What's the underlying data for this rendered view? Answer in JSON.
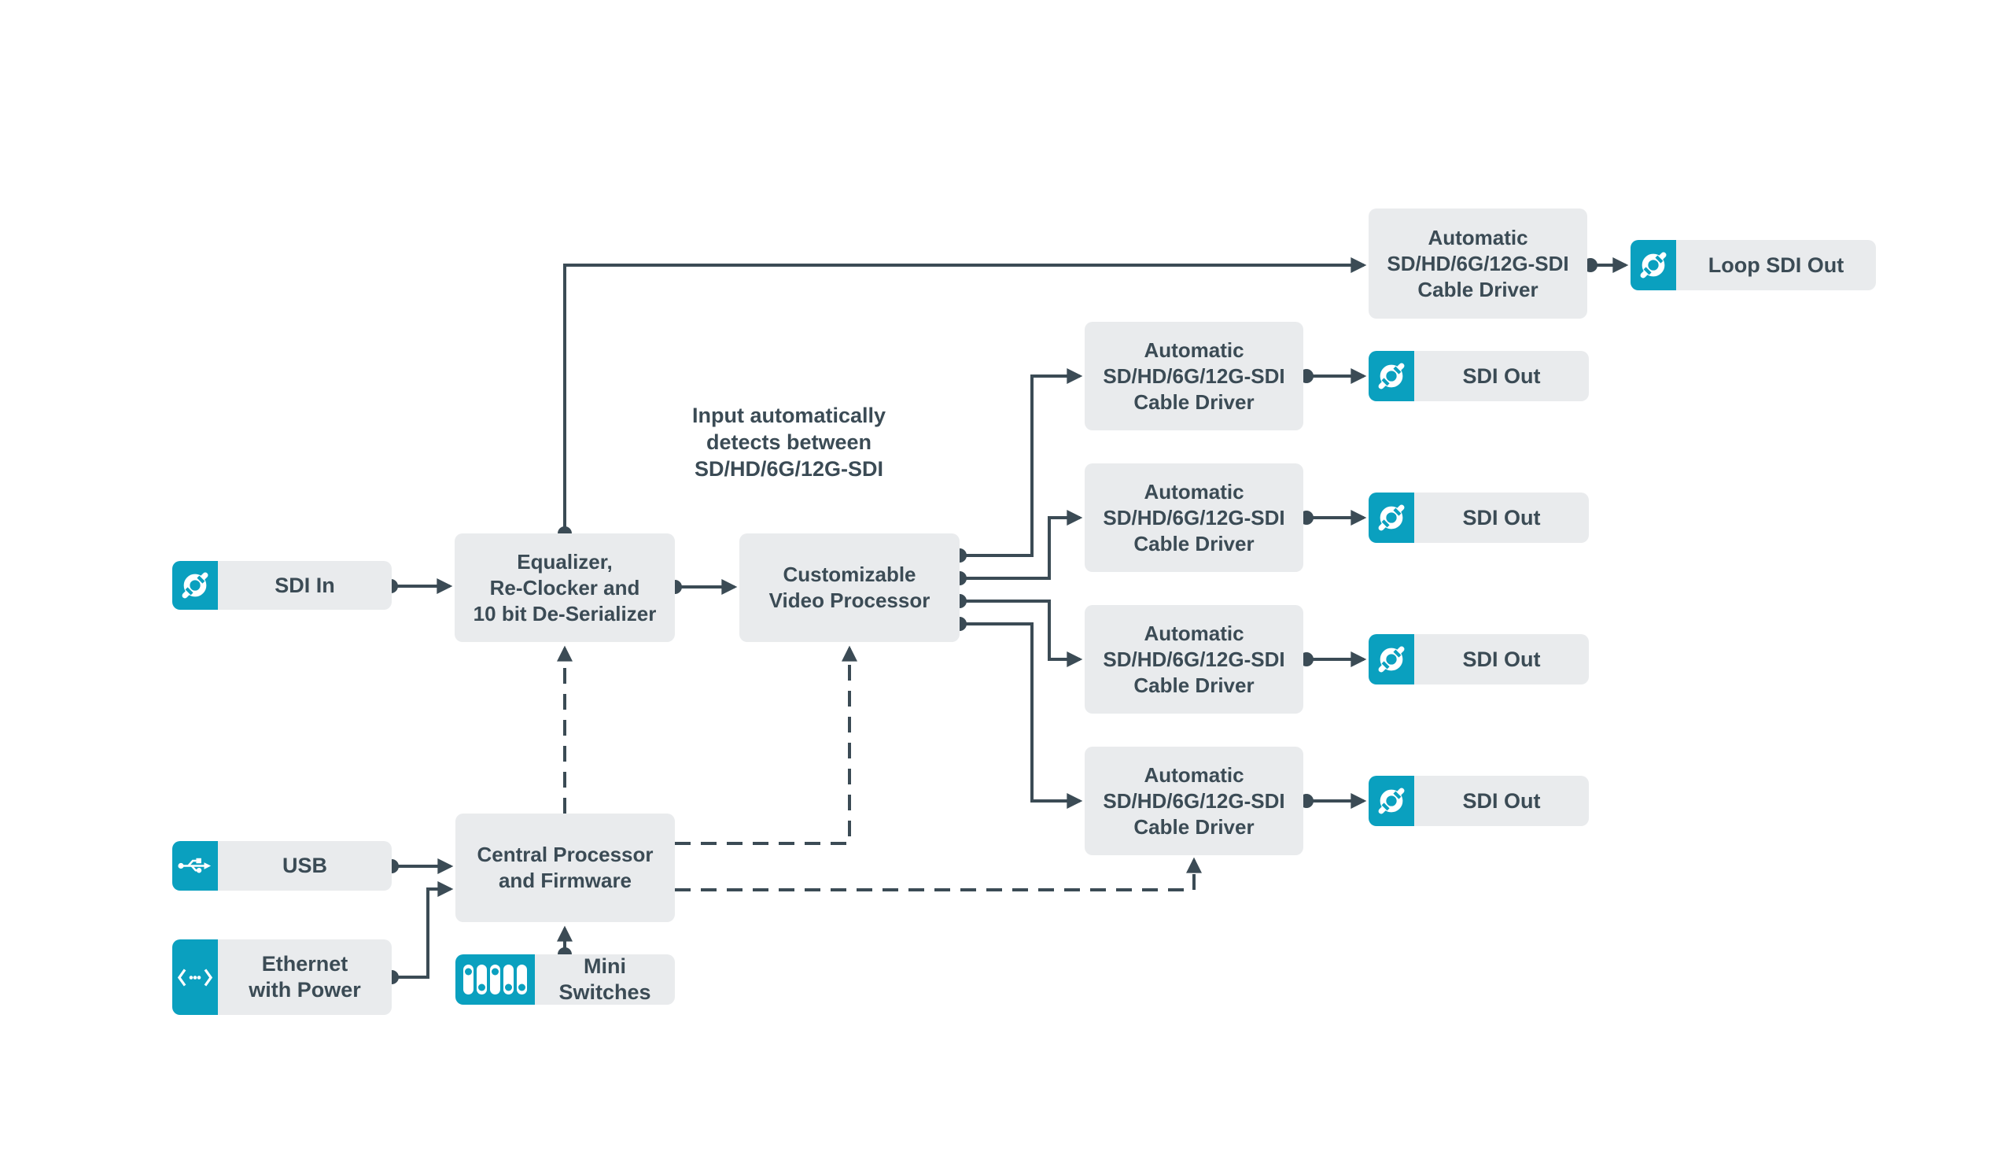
{
  "colors": {
    "accent_teal": "#0aa0bf",
    "box_gray": "#e9ebed",
    "ink_slate": "#3b4b55",
    "background": "#ffffff"
  },
  "annotation": {
    "lines": [
      "Input automatically",
      "detects between",
      "SD/HD/6G/12G-SDI"
    ]
  },
  "nodes": {
    "sdi_in": {
      "label": "SDI In"
    },
    "equalizer": {
      "lines": [
        "Equalizer,",
        "Re-Clocker and",
        "10 bit De-Serializer"
      ]
    },
    "video_processor": {
      "lines": [
        "Customizable",
        "Video Processor"
      ]
    },
    "cable_driver": {
      "lines": [
        "Automatic",
        "SD/HD/6G/12G-SDI",
        "Cable Driver"
      ]
    },
    "loop_sdi_out": {
      "label": "Loop SDI Out"
    },
    "sdi_out": {
      "label": "SDI Out"
    },
    "usb": {
      "label": "USB"
    },
    "ethernet": {
      "lines": [
        "Ethernet",
        "with Power"
      ]
    },
    "central_processor": {
      "lines": [
        "Central Processor",
        "and Firmware"
      ]
    },
    "mini_switches": {
      "label": "Mini Switches"
    }
  },
  "icons": {
    "sdi_connector": "sdi-connector-icon",
    "usb": "usb-icon",
    "ethernet": "ethernet-icon",
    "mini_switches": "mini-switches-icon"
  }
}
